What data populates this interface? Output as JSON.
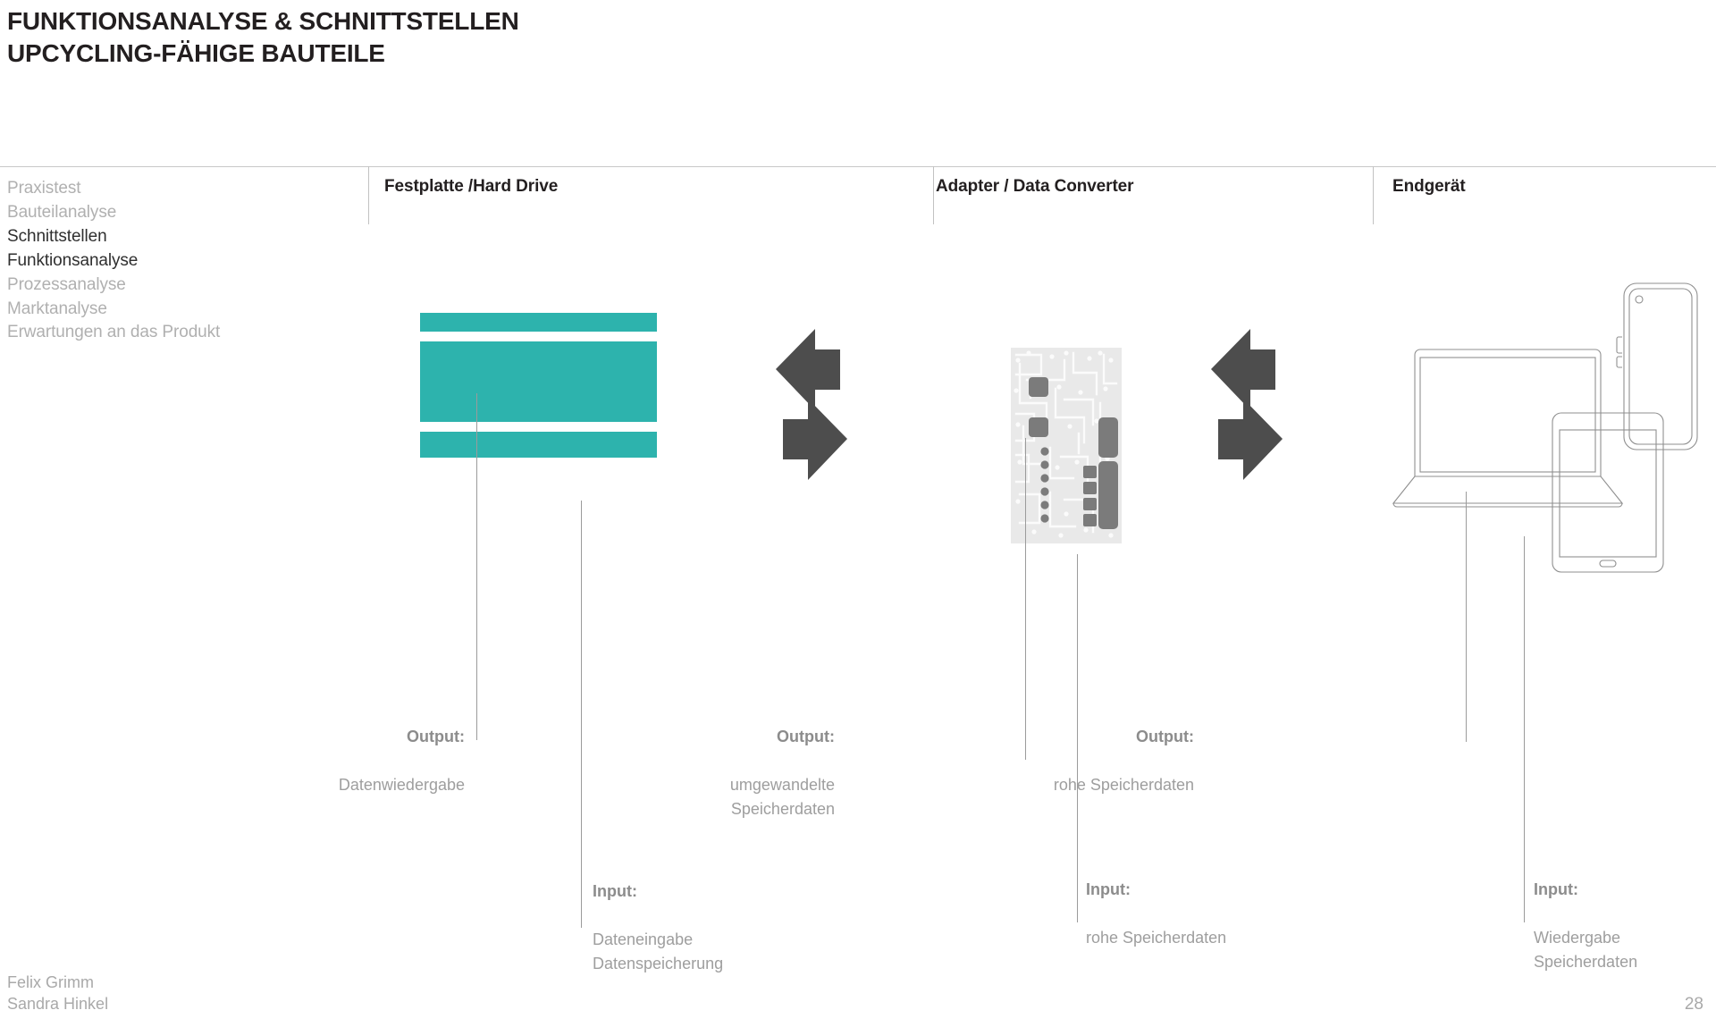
{
  "slide": {
    "title": "FUNKTIONSANALYSE & SCHNITTSTELLEN\nUPCYCLING-FÄHIGE BAUTEILE",
    "page_number": "28",
    "authors": "Felix Grimm\nSandra Hinkel",
    "accent_color": "#2db3ad",
    "arrow_color": "#4d4d4d",
    "muted_text_color": "#b0b0b0",
    "active_text_color": "#2f2f2f"
  },
  "sidebar": {
    "items": [
      {
        "label": "Praxistest",
        "active": false
      },
      {
        "label": "Bauteilanalyse",
        "active": false
      },
      {
        "label": "Schnittstellen",
        "active": true
      },
      {
        "label": "Funktionsanalyse",
        "active": true
      },
      {
        "label": "Prozessanalyse",
        "active": false
      },
      {
        "label": "Marktanalyse",
        "active": false
      },
      {
        "label": "Erwartungen an das Produkt",
        "active": false
      }
    ]
  },
  "columns": [
    {
      "header": "Festplatte /Hard Drive",
      "graphic": "hard-drive"
    },
    {
      "header": "Adapter / Data Converter",
      "graphic": "circuit-board"
    },
    {
      "header": "Endgerät",
      "graphic": "devices"
    }
  ],
  "annotations": {
    "output_label": "Output:",
    "input_label": "Input:",
    "items": [
      {
        "column": "Festplatte /Hard Drive",
        "output_label": "Output:",
        "output_value": "Datenwiedergabe",
        "input_label": "Input:",
        "input_value": "Dateneingabe\nDatenspeicherung"
      },
      {
        "column": "Adapter / Data Converter",
        "output_label": "Output:",
        "output_value": "umgewandelte\nSpeicherdaten",
        "input_label": "Input:",
        "input_value": "rohe Speicherdaten"
      },
      {
        "column": "Endgerät",
        "output_label": "Output:",
        "output_value": "rohe Speicherdaten",
        "input_label": "Input:",
        "input_value": "Wiedergabe\nSpeicherdaten"
      }
    ]
  },
  "icons": {
    "arrow_left": "arrow-left-icon",
    "arrow_right": "arrow-right-icon",
    "hard_drive": "hard-drive-icon",
    "circuit_board": "circuit-board-icon",
    "laptop": "laptop-icon",
    "tablet": "tablet-icon",
    "smartphone": "smartphone-icon"
  }
}
